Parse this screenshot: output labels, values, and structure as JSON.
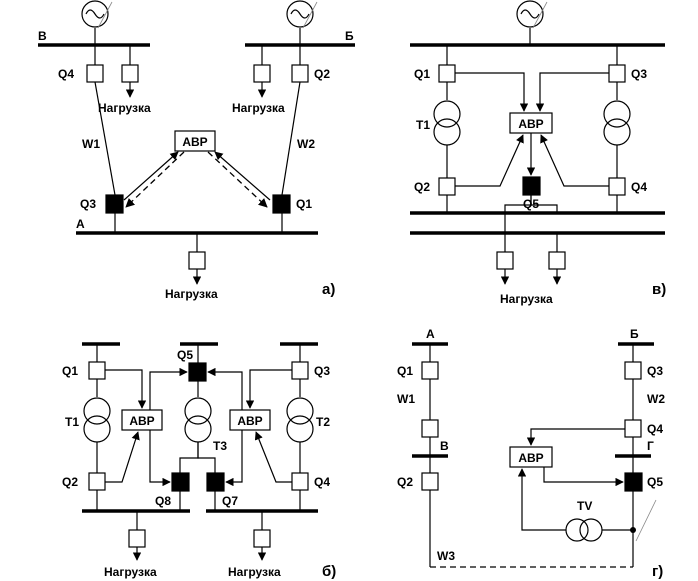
{
  "panels": {
    "a": {
      "tag": "а)",
      "bus_left": "В",
      "bus_right": "Б",
      "bus_bottom": "А",
      "switches": [
        "Q4",
        "Q2",
        "Q3",
        "Q1"
      ],
      "lines": [
        "W1",
        "W2"
      ],
      "abr": "АВР",
      "loads": [
        "Нагрузка",
        "Нагрузка"
      ]
    },
    "v": {
      "tag": "в)",
      "switches": [
        "Q1",
        "Q3",
        "Q2",
        "Q4",
        "Q5"
      ],
      "transformer": "T1",
      "abr": "АВР",
      "load": "Нагрузка"
    },
    "b": {
      "tag": "б)",
      "switches": [
        "Q5",
        "Q1",
        "Q3",
        "Q2",
        "Q4",
        "Q8",
        "Q7"
      ],
      "transformers": [
        "T1",
        "T3",
        "T2"
      ],
      "abr": [
        "АВР",
        "АВР"
      ],
      "loads": [
        "Нагрузка",
        "Нагрузка"
      ]
    },
    "g": {
      "tag": "г)",
      "bus_a": "А",
      "bus_b": "Б",
      "bus_v": "В",
      "bus_g": "Г",
      "switches": [
        "Q1",
        "Q3",
        "Q4",
        "Q2",
        "Q5"
      ],
      "lines": [
        "W1",
        "W2",
        "W3"
      ],
      "abr": "АВР",
      "tv": "TV"
    }
  }
}
